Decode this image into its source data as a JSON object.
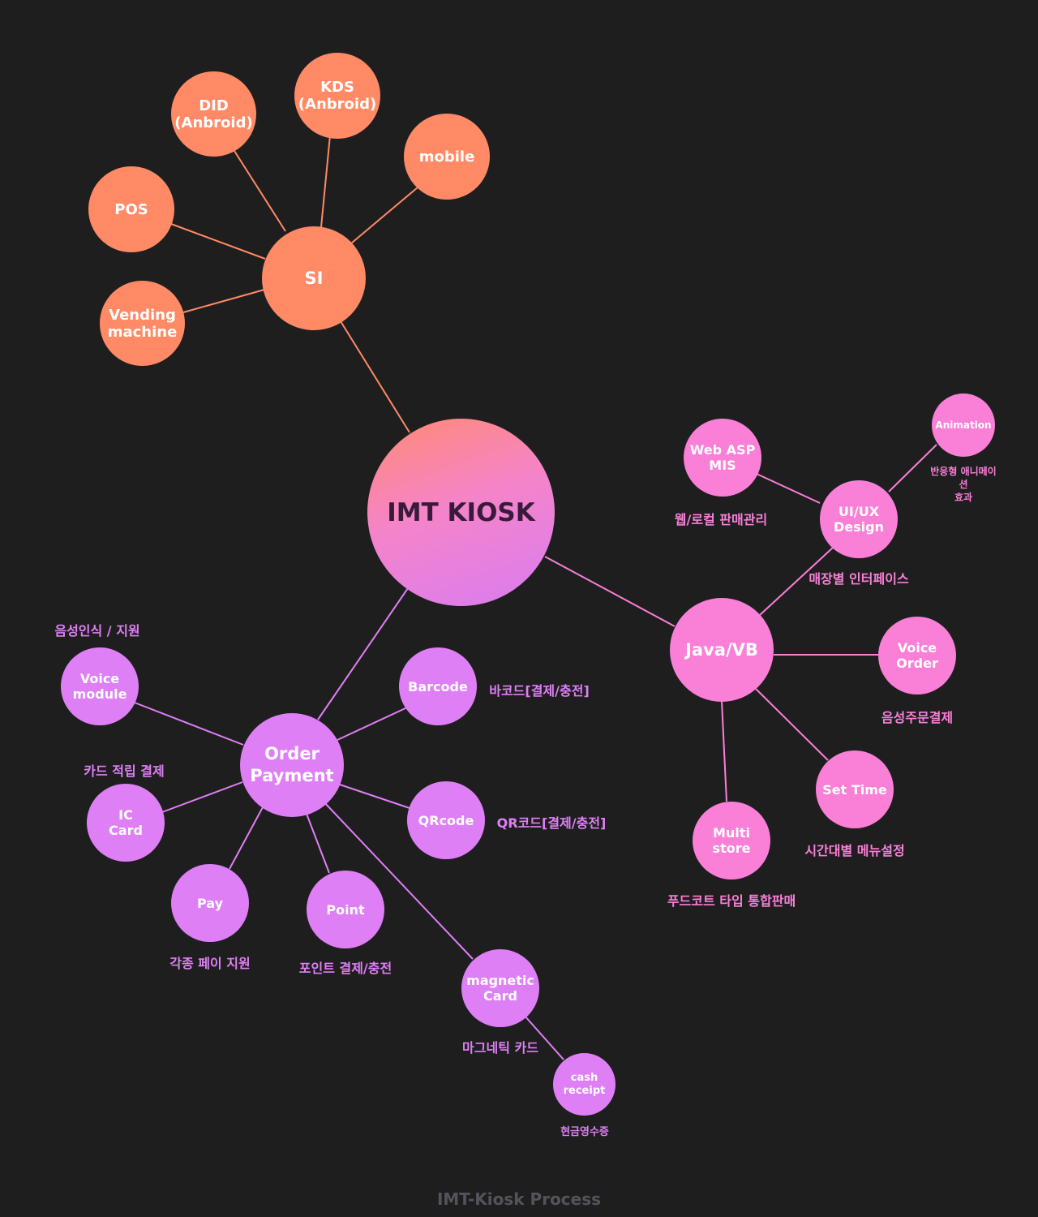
{
  "center": {
    "label": "IMT KIOSK"
  },
  "si": {
    "label": "SI",
    "children": {
      "did": "DID\n(Anbroid)",
      "kds": "KDS\n(Anbroid)",
      "mobile": "mobile",
      "pos": "POS",
      "vending": "Vending\nmachine"
    }
  },
  "java": {
    "label": "Java/VB",
    "children": {
      "uiux": "UI/UX\nDesign",
      "webasp": "Web ASP\nMIS",
      "animation": "Animation",
      "voice_order": "Voice\nOrder",
      "set_time": "Set Time",
      "multi_store": "Multi\nstore"
    },
    "descriptions": {
      "uiux": "매장별  인터페이스",
      "webasp": "웹/로컬  판매관리",
      "animation": "반응형 애니메이션\n효과",
      "voice_order": "음성주문결제",
      "set_time": "시간대별 메뉴설정",
      "multi_store": "푸드코트 타입 통합판매"
    }
  },
  "order": {
    "label": "Order\nPayment",
    "children": {
      "voice_module": "Voice\nmodule",
      "barcode": "Barcode",
      "ic_card": "IC\nCard",
      "qrcode": "QRcode",
      "pay": "Pay",
      "point": "Point",
      "magnetic": "magnetic\nCard",
      "cash": "cash\nreceipt"
    },
    "descriptions": {
      "voice_module": "음성인식 / 지원",
      "barcode": "바코드[결제/충전]",
      "ic_card": "카드 적립 결제",
      "qrcode": "QR코드[결제/충전]",
      "pay": "각종 페이 지원",
      "point": "포인트 결제/충전",
      "magnetic": "마그네틱 카드",
      "cash": "현금영수증"
    }
  },
  "caption": "IMT-Kiosk Process",
  "colors": {
    "background": "#1f1e1f",
    "si_branch": "#ff8a65",
    "order_branch": "#df7ff6",
    "java_branch": "#f97fd7"
  }
}
